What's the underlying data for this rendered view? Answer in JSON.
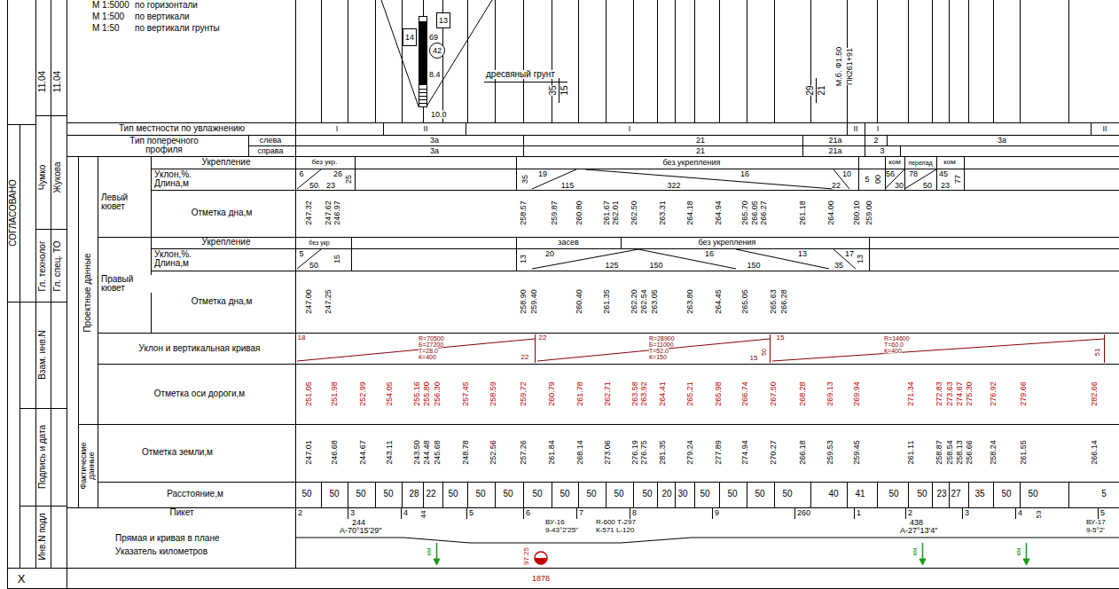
{
  "diagram": {
    "nodes": [
      {
        "text": [
          "14"
        ]
      },
      {
        "text": [
          "13"
        ]
      },
      {
        "text": [
          "42"
        ]
      }
    ],
    "labels": [
      "М 1:5000",
      "по горизонтали",
      "М 1:500",
      "по вертикали",
      "М 1:50",
      "по вертикали грунты",
      "11.04",
      "11.04",
      "СОГЛАСОВАНО",
      "Чумко",
      "Жукова",
      "Гл. технолог",
      "Гл. спец. ТО",
      "Взам. инв.N",
      "Подпись и дата",
      "Инв.N подл",
      "X",
      "69",
      "8.4",
      "10.0",
      "дресвяный грунт",
      "35",
      "15",
      "29",
      "21",
      "М.б. Ф1.50",
      "ПК261+91",
      "Тип местности по увлажнению",
      "I",
      "II",
      "I",
      "II",
      "I",
      "II",
      "Тип поперечного профиля",
      "слева",
      "справа",
      "3а",
      "21",
      "21а",
      "2",
      "3а",
      "3а",
      "21",
      "21а",
      "3",
      "Проектные данные",
      "Фактические данные",
      "Левый кювет",
      "Укрепление",
      "Уклон,%. Длина,м",
      "Отметка дна,м",
      "без укр.",
      "без укрепления",
      "ком",
      "перепад",
      "ком",
      "6",
      "50",
      "26",
      "23",
      "25",
      "35",
      "19",
      "115",
      "16",
      "322",
      "10",
      "22",
      "5",
      "00",
      "56",
      "30",
      "78",
      "50",
      "45",
      "23",
      "77",
      "247.32",
      "247.62",
      "246.97",
      "258.57",
      "259.87",
      "260.80",
      "261.67",
      "262.01",
      "262.50",
      "263.31",
      "264.18",
      "264.94",
      "265.70",
      "266.05",
      "266.27",
      "261.18",
      "264.00",
      "260.10",
      "259.00",
      "Правый кювет",
      "Укрепление",
      "Уклон,%. Длина,м",
      "Отметка дна,м",
      "без укр",
      "засев",
      "без укрепления",
      "5",
      "50",
      "15",
      "13",
      "20",
      "125",
      "16",
      "150",
      "13",
      "150",
      "17",
      "35",
      "13",
      "247.00",
      "247.25",
      "258.90",
      "259.40",
      "260.40",
      "261.35",
      "262.20",
      "262.54",
      "263.05",
      "263.80",
      "264.45",
      "265.05",
      "265.63",
      "266.28",
      "Уклон и вертикальная кривая",
      "18",
      "R=70500",
      "Б=27200",
      "Т=28.0",
      "К=400",
      "22",
      "22",
      "R=28900",
      "Б=11000",
      "Т=52.0",
      "К=150",
      "15",
      "50",
      "15",
      "R=14600",
      "Т=60.0",
      "К=400",
      "51",
      "Отметка оси дороги,м",
      "251.05",
      "251.98",
      "252.99",
      "254.05",
      "255.16",
      "255.80",
      "256.30",
      "257.45",
      "258.59",
      "259.72",
      "260.79",
      "261.78",
      "262.71",
      "263.58",
      "263.92",
      "264.41",
      "265.21",
      "265.98",
      "266.74",
      "267.50",
      "268.28",
      "269.13",
      "269.94",
      "271.34",
      "272.83",
      "273.63",
      "274.67",
      "275.30",
      "276.92",
      "279.66",
      "282.66",
      "Отметка земли,м",
      "247.01",
      "246.68",
      "244.67",
      "243.11",
      "243.50",
      "244.48",
      "245.68",
      "248.78",
      "252.56",
      "257.26",
      "261.84",
      "268.14",
      "273.06",
      "276.19",
      "276.75",
      "281.35",
      "279.24",
      "277.89",
      "274.94",
      "270.27",
      "266.18",
      "259.53",
      "259.45",
      "261.11",
      "258.87",
      "258.54",
      "258.13",
      "256.66",
      "258.24",
      "261.55",
      "266.14",
      "Расстояние,м",
      "50",
      "50",
      "50",
      "50",
      "28",
      "22",
      "50",
      "50",
      "50",
      "50",
      "50",
      "50",
      "50",
      "50",
      "20",
      "30",
      "50",
      "50",
      "50",
      "50",
      "40",
      "41",
      "50",
      "50",
      "23",
      "27",
      "35",
      "50",
      "50",
      "5",
      "Пикет",
      "Прямая и кривая в плане",
      "Указатель километров",
      "2",
      "3",
      "244",
      "А-70°15'29\"",
      "4",
      "44",
      "5",
      "6",
      "ВУ-16",
      "9-43°2'25\"",
      "7",
      "R-600 Т-297",
      "К-571 L-120",
      "8",
      "9",
      "260",
      "1",
      "2",
      "438",
      "А-27°13'4\"",
      "3",
      "4",
      "53",
      "5",
      "ВУ-17",
      "9-5°2'",
      "97.25",
      "1878",
      "км",
      "км",
      "км"
    ]
  }
}
